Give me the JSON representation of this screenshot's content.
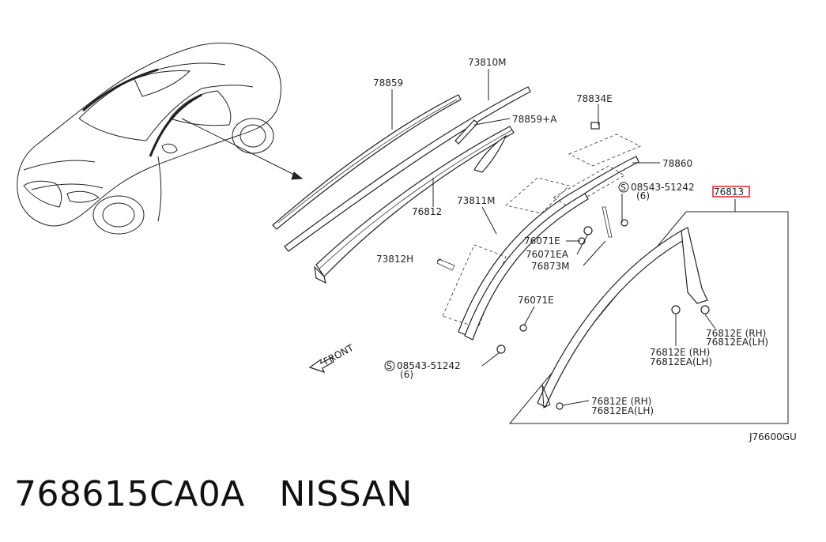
{
  "labels": {
    "p73810m": "73810M",
    "p78859": "78859",
    "p78834e": "78834E",
    "p78859a": "78859+A",
    "p78860": "78860",
    "p08543a": "08543-51242",
    "p08543a_qty": "(6)",
    "p76813": "76813",
    "p76812": "76812",
    "p73811m": "73811M",
    "p76071e_a": "76071E",
    "p76071ea": "76071EA",
    "p76873m": "76873M",
    "p73812h": "73812H",
    "p76071e_b": "76071E",
    "front": "FRONT",
    "p08543b": "08543-51242",
    "p08543b_qty": "(6)",
    "clipA_rh": "76812E (RH)",
    "clipA_lh": "76812EA(LH)",
    "clipB_rh": "76812E (RH)",
    "clipB_lh": "76812EA(LH)",
    "clipC_rh": "76812E (RH)",
    "clipC_lh": "76812EA(LH)",
    "screw_symbol": "S",
    "diagram_code": "J76600GU"
  },
  "highlight_color": "#e02020",
  "caption": {
    "part_number": "768615CA0A",
    "brand": "NISSAN"
  }
}
